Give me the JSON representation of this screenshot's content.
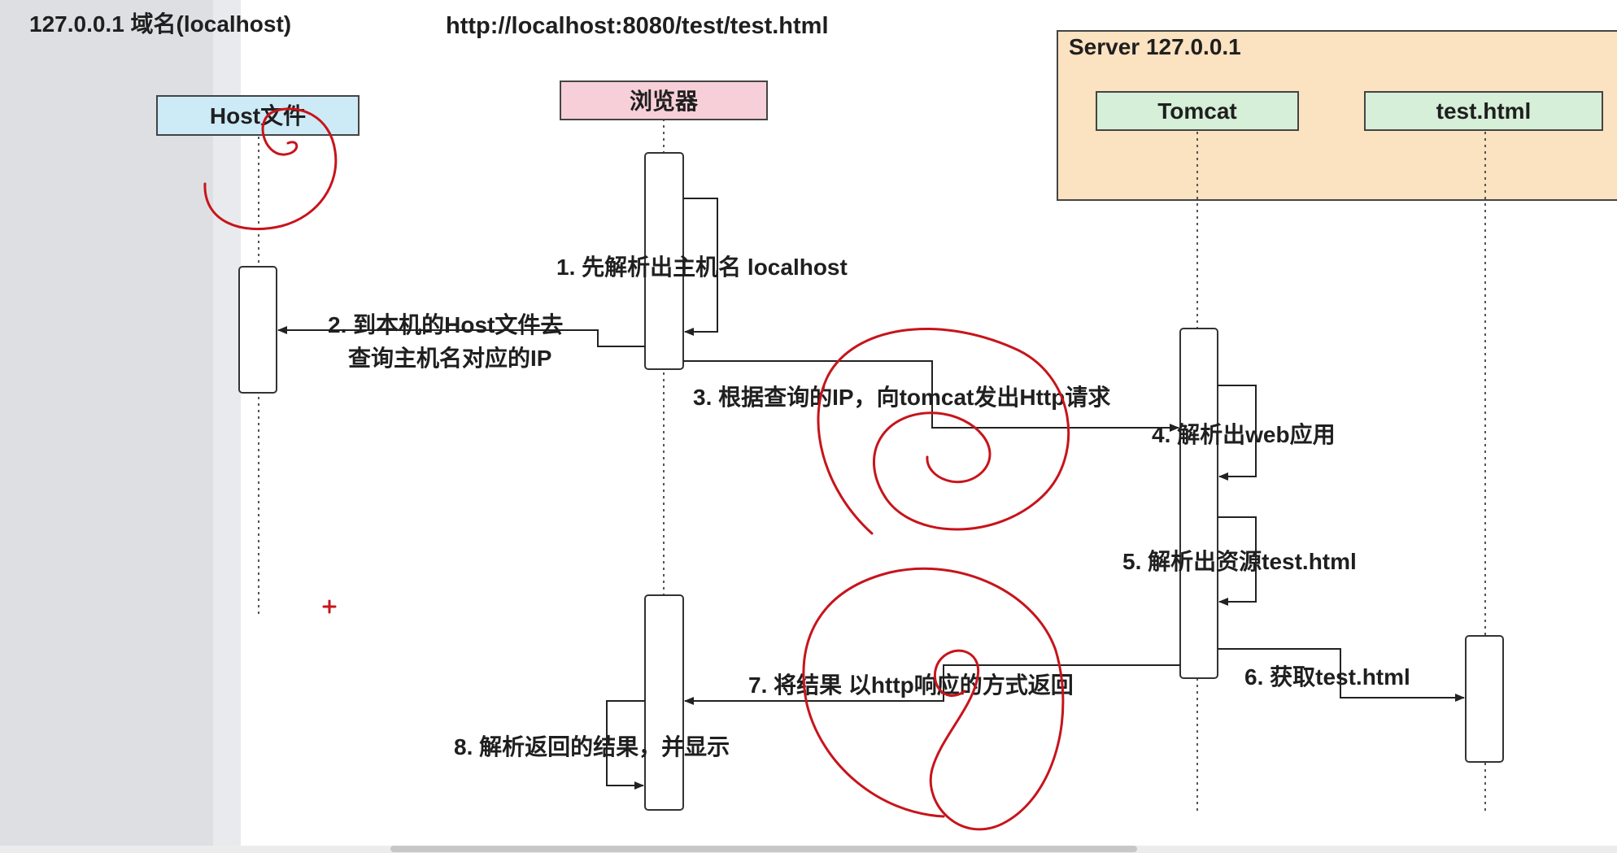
{
  "header": {
    "domain_line": "127.0.0.1 域名(localhost)",
    "url": "http://localhost:8080/test/test.html"
  },
  "server_box": {
    "title": "Server 127.0.0.1",
    "color": "#fbe2c0"
  },
  "participants": {
    "host": "Host文件",
    "browser": "浏览器",
    "tomcat": "Tomcat",
    "test_html": "test.html"
  },
  "steps": {
    "s1": "1. 先解析出主机名 localhost",
    "s2_line1": "2. 到本机的Host文件去",
    "s2_line2": "查询主机名对应的IP",
    "s3": "3. 根据查询的IP，向tomcat发出Http请求",
    "s4": "4. 解析出web应用",
    "s5": "5. 解析出资源test.html",
    "s6": "6. 获取test.html",
    "s7": "7. 将结果 以http响应的方式返回",
    "s8": "8. 解析返回的结果，并显示"
  },
  "colors": {
    "host_box": "#cdeaf7",
    "browser_box": "#f7cfd8",
    "tomcat_box": "#d6efd8",
    "test_box": "#d6efd8",
    "annotation": "#c7141b"
  }
}
